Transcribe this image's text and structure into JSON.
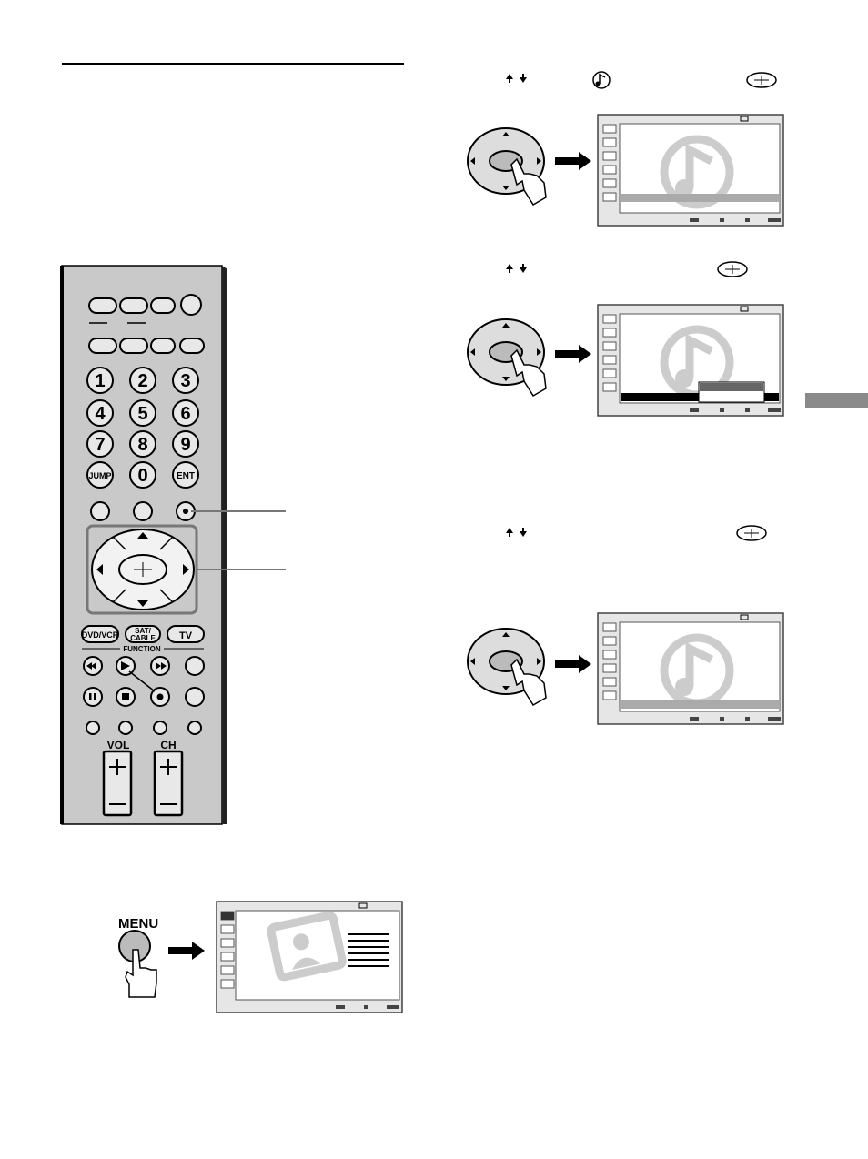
{
  "remote": {
    "number_keys": [
      "1",
      "2",
      "3",
      "4",
      "5",
      "6",
      "7",
      "8",
      "9"
    ],
    "jump_label": "JUMP",
    "zero_label": "0",
    "ent_label": "ENT",
    "dvd_label": "DVD/VCR",
    "sat_label_line1": "SAT/",
    "sat_label_line2": "CABLE",
    "tv_label": "TV",
    "function_label": "FUNCTION",
    "vol_label": "VOL",
    "ch_label": "CH"
  },
  "menu_button_label": "MENU",
  "side_tab_color": "#8a8a8a",
  "icons": [
    "up-down-arrows-icon",
    "audio-note-icon",
    "enter-button-icon",
    "pointing-hand-icon",
    "right-arrow-icon",
    "picture-menu-icon"
  ]
}
